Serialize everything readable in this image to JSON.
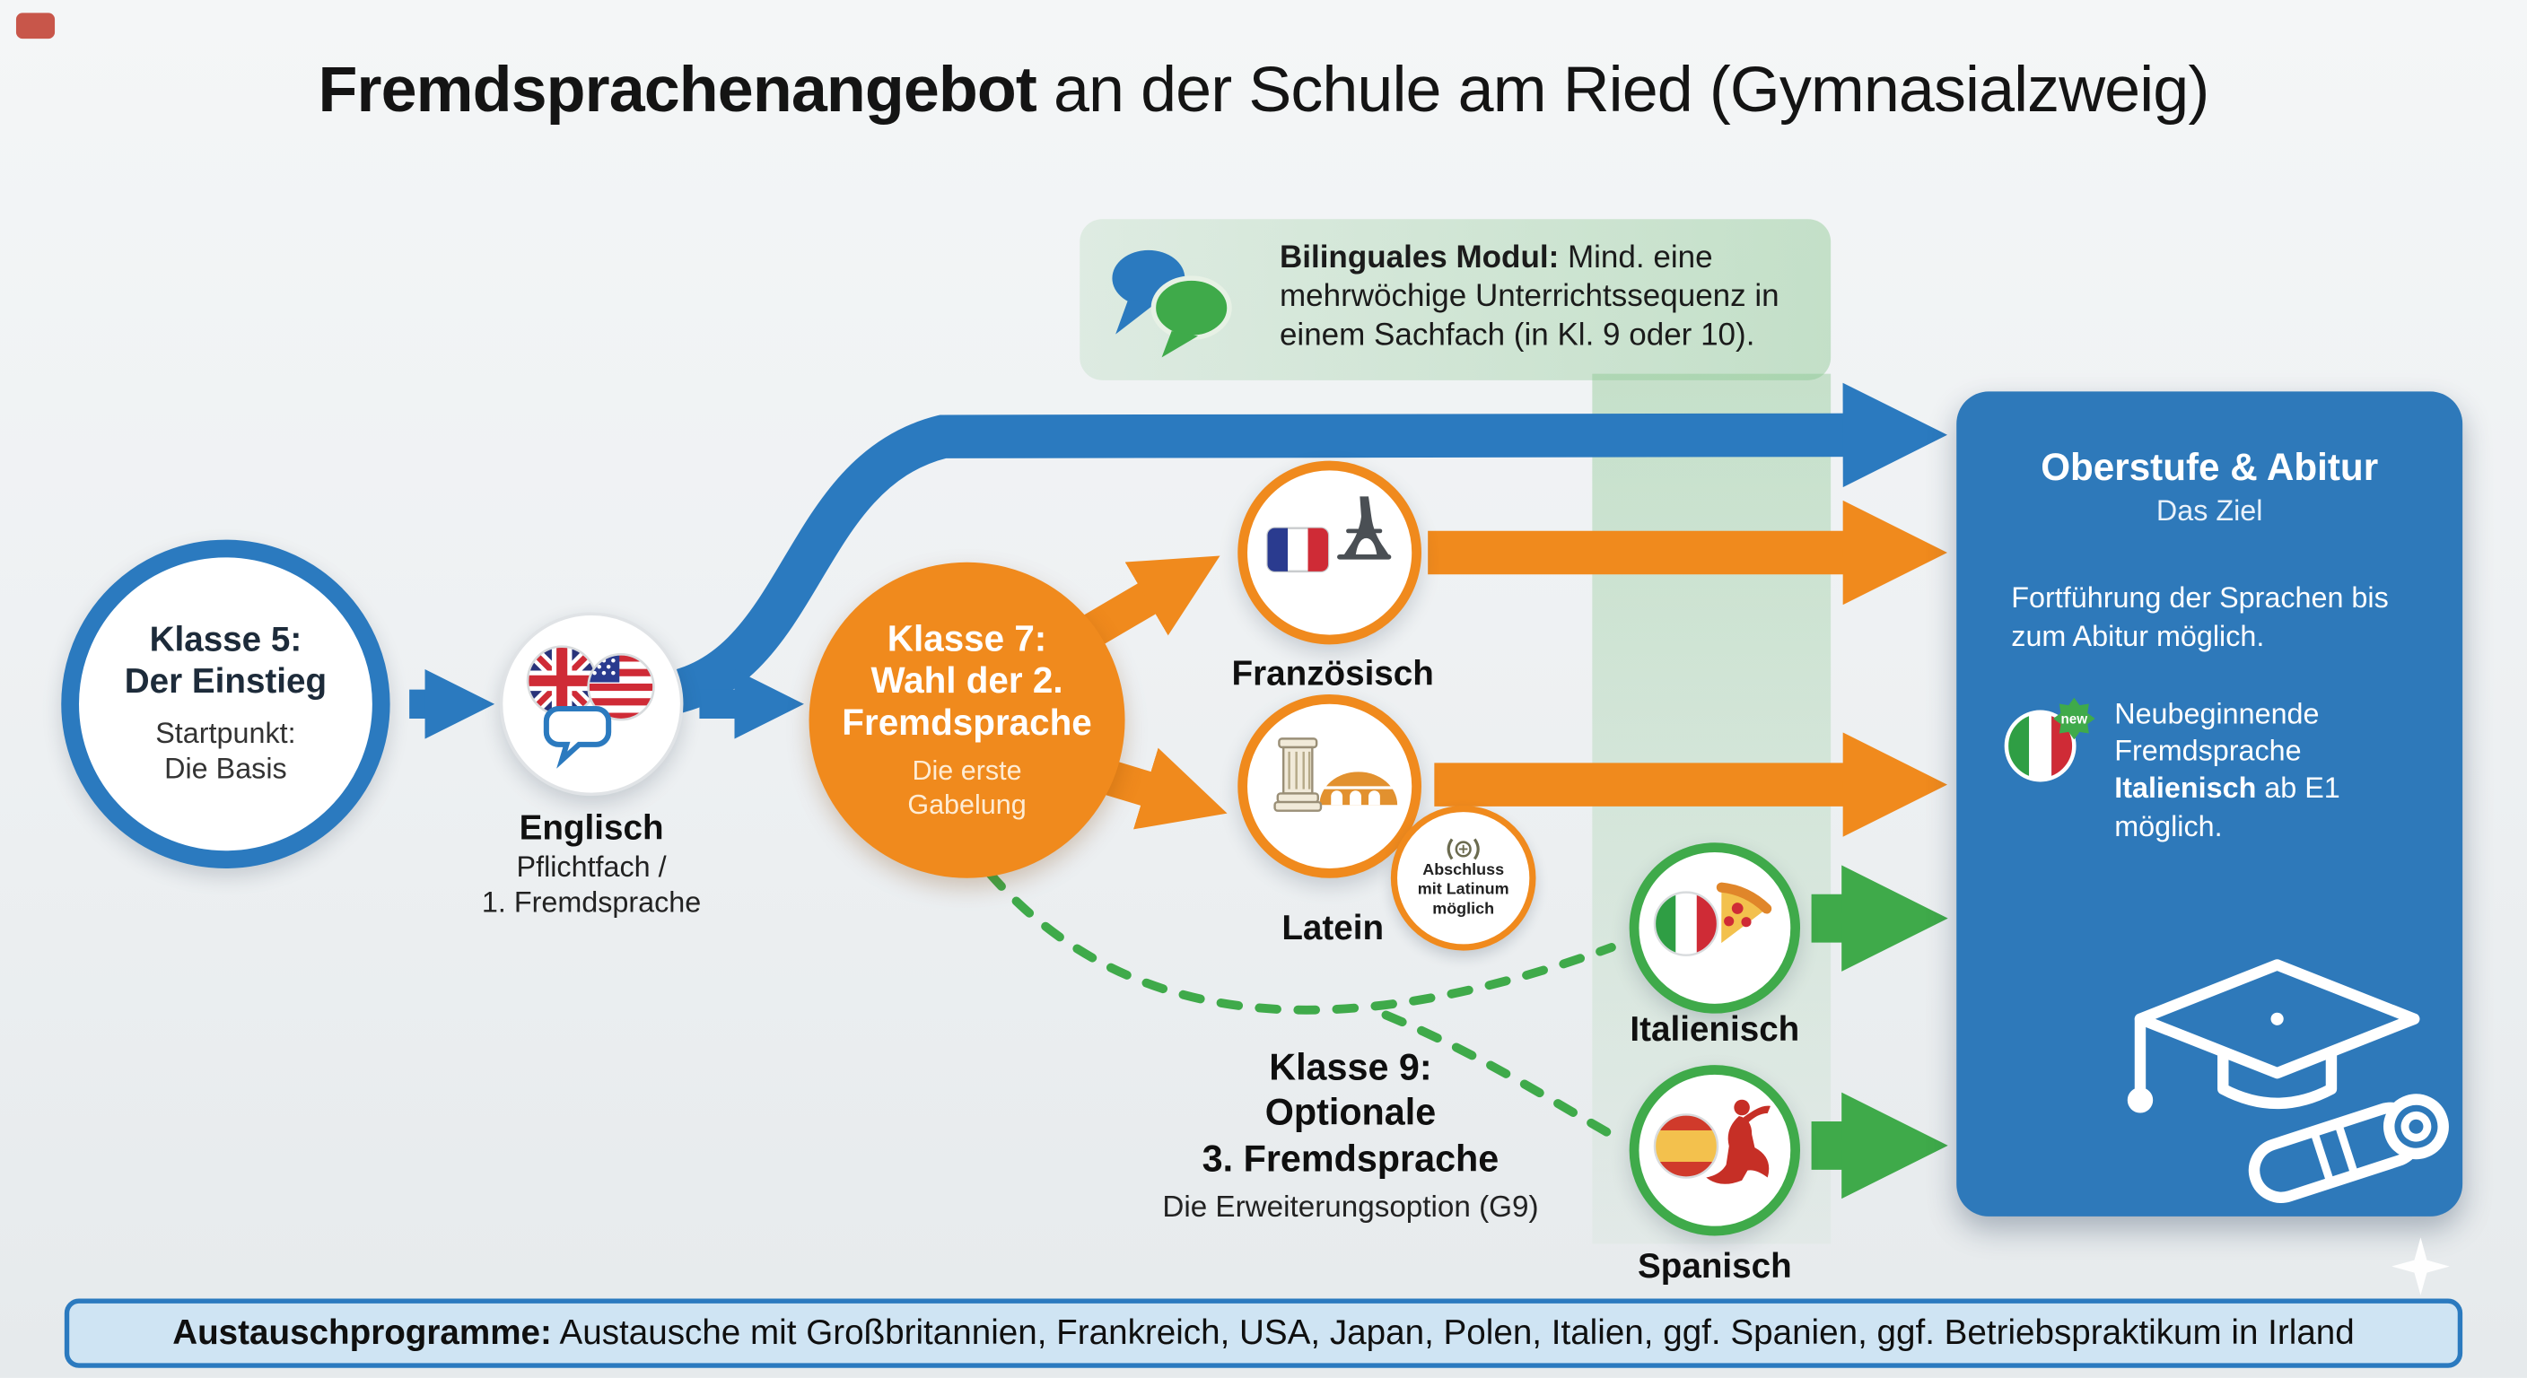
{
  "title": {
    "bold": "Fremdsprachenangebot",
    "rest": " an der Schule am Ried (Gymnasialzweig)"
  },
  "bilingual": {
    "label": "Bilinguales Modul:",
    "text": " Mind. eine mehrwöchige Unterrichtssequenz in einem Sachfach (in Kl. 9 oder 10)."
  },
  "start_node": {
    "title1": "Klasse 5:",
    "title2": "Der Einstieg",
    "sub1": "Startpunkt:",
    "sub2": "Die Basis"
  },
  "english_node": {
    "label": "Englisch",
    "sub1": "Pflichtfach /",
    "sub2": "1. Fremdsprache"
  },
  "choice_node": {
    "title1": "Klasse 7:",
    "title2": "Wahl der 2.",
    "title3": "Fremdsprache",
    "sub1": "Die erste",
    "sub2": "Gabelung"
  },
  "french_node": {
    "label": "Französisch"
  },
  "latin_node": {
    "label": "Latein",
    "badge_line1": "Abschluss",
    "badge_line2": "mit Latinum",
    "badge_line3": "möglich"
  },
  "italian_node": {
    "label": "Italienisch"
  },
  "spanish_node": {
    "label": "Spanisch"
  },
  "klasse9": {
    "title1": "Klasse 9:",
    "title2": "Optionale",
    "title3": "3. Fremdsprache",
    "sub": "Die Erweiterungsoption (G9)"
  },
  "goal_panel": {
    "title": "Oberstufe & Abitur",
    "subtitle": "Das Ziel",
    "paragraph1": "Fortführung der Sprachen bis zum Abitur möglich.",
    "new_badge_label": "new",
    "paragraph2_pre": "Neubeginnende Fremdsprache ",
    "paragraph2_bold": "Italienisch",
    "paragraph2_post": " ab E1 möglich."
  },
  "footer": {
    "label": "Austauschprogramme:",
    "text": " Austausche mit Großbritannien, Frankreich, USA, Japan, Polen, Italien, ggf. Spanien, ggf. Betriebspraktikum in Irland"
  },
  "colors": {
    "blue": "#2b7abf",
    "orange": "#f08a1d",
    "green": "#3faa4a",
    "panel_blue": "#2e79ba",
    "footer_bg": "#cfe4f3",
    "band_green": "#84c48a"
  }
}
